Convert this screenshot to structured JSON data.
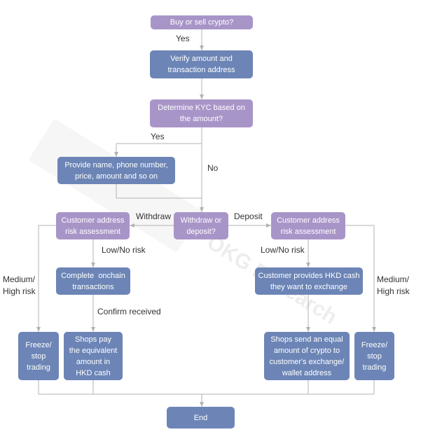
{
  "colors": {
    "decision": "#a895c8",
    "process": "#6c85b6",
    "connector": "#b3b3b3",
    "label": "#333333"
  },
  "nodes": {
    "start": "Buy or sell crypto?",
    "verify": "Verify amount and\ntransaction address",
    "kyc": "Determine KYC based on\nthe amount?",
    "provide_info": "Provide name, phone number,\nprice, amount and so on",
    "withdraw_or_deposit": "Withdraw or\ndeposit?",
    "risk_withdraw": "Customer address\nrisk assessment",
    "risk_deposit": "Customer address\nrisk assessment",
    "complete_onchain": "Complete  onchain\ntransactions",
    "customer_provides_cash": "Customer provides HKD cash\nthey want to exchange",
    "freeze_withdraw": "Freeze/\nstop\ntrading",
    "shops_pay": "Shops pay\nthe equivalent\namount in\nHKD cash",
    "shops_send": "Shops send an equal\namount of crypto to\ncustomer's exchange/\nwallet address",
    "freeze_deposit": "Freeze/\nstop\ntrading",
    "end": "End"
  },
  "edge_labels": {
    "yes_start": "Yes",
    "yes_kyc": "Yes",
    "no_kyc": "No",
    "withdraw": "Withdraw",
    "deposit": "Deposit",
    "low_risk_withdraw": "Low/No risk",
    "low_risk_deposit": "Low/No risk",
    "medium_high_withdraw": "Medium/\nHigh risk",
    "medium_high_deposit": "Medium/\nHigh risk",
    "confirm_received": "Confirm received"
  },
  "watermark": "OKG Research"
}
